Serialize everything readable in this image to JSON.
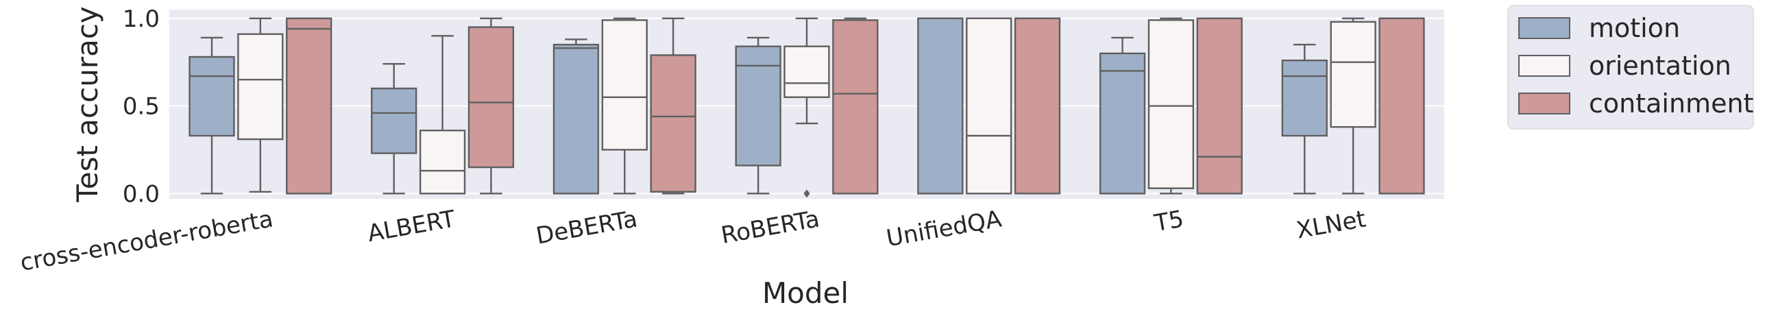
{
  "chart_data": {
    "type": "box",
    "xlabel": "Model",
    "ylabel": "Test accuracy",
    "ylim": [
      -0.03,
      1.05
    ],
    "yticks": [
      0.0,
      0.5,
      1.0
    ],
    "ytick_labels": [
      "0.0",
      "0.5",
      "1.0"
    ],
    "grid": true,
    "legend_position": "outside-right-top",
    "categories": [
      "cross-encoder-roberta",
      "ALBERT",
      "DeBERTa",
      "RoBERTa",
      "UnifiedQA",
      "T5",
      "XLNet"
    ],
    "series": [
      {
        "name": "motion",
        "color": "#9eb0c8",
        "boxes": [
          {
            "whislo": 0.0,
            "q1": 0.33,
            "med": 0.67,
            "q3": 0.78,
            "whishi": 0.89,
            "fliers": []
          },
          {
            "whislo": 0.0,
            "q1": 0.23,
            "med": 0.46,
            "q3": 0.6,
            "whishi": 0.74,
            "fliers": []
          },
          {
            "whislo": 0.0,
            "q1": 0.0,
            "med": 0.83,
            "q3": 0.85,
            "whishi": 0.88,
            "fliers": []
          },
          {
            "whislo": 0.0,
            "q1": 0.16,
            "med": 0.73,
            "q3": 0.84,
            "whishi": 0.89,
            "fliers": []
          },
          {
            "whislo": 0.0,
            "q1": 0.0,
            "med": 1.0,
            "q3": 1.0,
            "whishi": 1.0,
            "fliers": []
          },
          {
            "whislo": 0.0,
            "q1": 0.0,
            "med": 0.7,
            "q3": 0.8,
            "whishi": 0.89,
            "fliers": []
          },
          {
            "whislo": 0.0,
            "q1": 0.33,
            "med": 0.67,
            "q3": 0.76,
            "whishi": 0.85,
            "fliers": []
          }
        ]
      },
      {
        "name": "orientation",
        "color": "#f9f5f4",
        "boxes": [
          {
            "whislo": 0.01,
            "q1": 0.31,
            "med": 0.65,
            "q3": 0.91,
            "whishi": 1.0,
            "fliers": []
          },
          {
            "whislo": 0.0,
            "q1": 0.0,
            "med": 0.13,
            "q3": 0.36,
            "whishi": 0.9,
            "fliers": []
          },
          {
            "whislo": 0.0,
            "q1": 0.25,
            "med": 0.55,
            "q3": 0.99,
            "whishi": 1.0,
            "fliers": []
          },
          {
            "whislo": 0.4,
            "q1": 0.55,
            "med": 0.63,
            "q3": 0.84,
            "whishi": 1.0,
            "fliers": [
              0.0
            ]
          },
          {
            "whislo": 0.0,
            "q1": 0.0,
            "med": 0.33,
            "q3": 1.0,
            "whishi": 1.0,
            "fliers": []
          },
          {
            "whislo": 0.0,
            "q1": 0.03,
            "med": 0.5,
            "q3": 0.99,
            "whishi": 1.0,
            "fliers": []
          },
          {
            "whislo": 0.0,
            "q1": 0.38,
            "med": 0.75,
            "q3": 0.98,
            "whishi": 1.0,
            "fliers": []
          }
        ]
      },
      {
        "name": "containment",
        "color": "#cd9a99",
        "boxes": [
          {
            "whislo": 0.0,
            "q1": 0.0,
            "med": 0.94,
            "q3": 1.0,
            "whishi": 1.0,
            "fliers": []
          },
          {
            "whislo": 0.0,
            "q1": 0.15,
            "med": 0.52,
            "q3": 0.95,
            "whishi": 1.0,
            "fliers": []
          },
          {
            "whislo": 0.0,
            "q1": 0.01,
            "med": 0.44,
            "q3": 0.79,
            "whishi": 1.0,
            "fliers": []
          },
          {
            "whislo": 0.0,
            "q1": 0.0,
            "med": 0.57,
            "q3": 0.99,
            "whishi": 1.0,
            "fliers": []
          },
          {
            "whislo": 0.0,
            "q1": 0.0,
            "med": 1.0,
            "q3": 1.0,
            "whishi": 1.0,
            "fliers": []
          },
          {
            "whislo": 0.0,
            "q1": 0.0,
            "med": 0.21,
            "q3": 1.0,
            "whishi": 1.0,
            "fliers": []
          },
          {
            "whislo": 0.0,
            "q1": 0.0,
            "med": 1.0,
            "q3": 1.0,
            "whishi": 1.0,
            "fliers": []
          }
        ]
      }
    ]
  }
}
